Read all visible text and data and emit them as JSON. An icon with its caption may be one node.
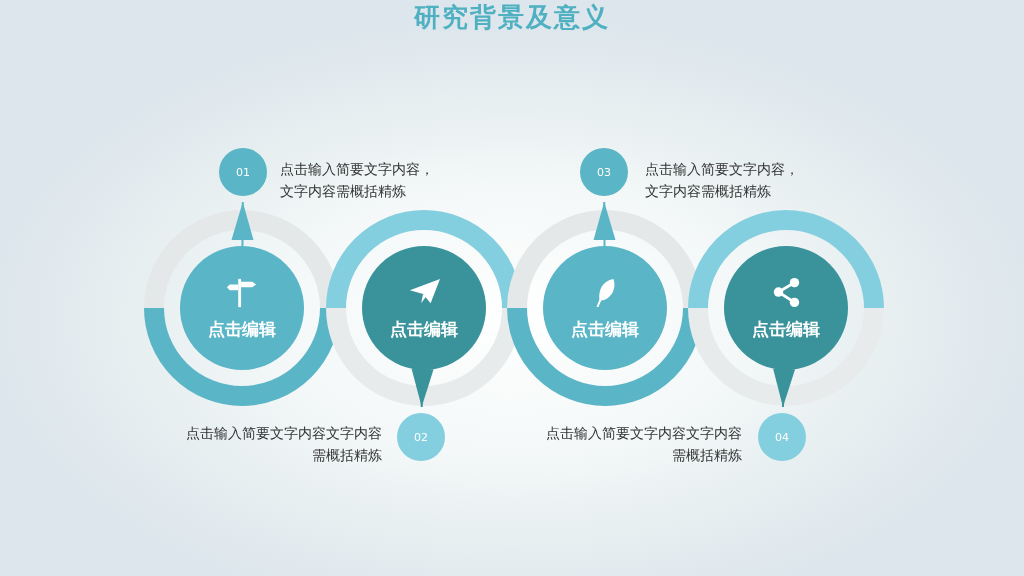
{
  "diagram": {
    "title": "研究背景及意义",
    "nodes": [
      {
        "text": [
          "01"
        ],
        "beside": [
          "点击输入简要文字内容，文字内容需概括精炼"
        ]
      },
      {
        "text": [
          "点击编辑"
        ]
      },
      {
        "text": [
          "点击编辑"
        ]
      },
      {
        "text": [
          "02"
        ],
        "beside": [
          "点击输入简要文字内容文字内容需概括精炼"
        ]
      },
      {
        "text": [
          "03"
        ],
        "beside": [
          "点击输入简要文字内容，文字内容需概括精炼"
        ]
      },
      {
        "text": [
          "点击编辑"
        ]
      },
      {
        "text": [
          "点击编辑"
        ]
      },
      {
        "text": [
          "04"
        ],
        "beside": [
          "点击输入简要文字内容文字内容需概括精炼"
        ]
      }
    ],
    "edges": [
      {
        "from": 1,
        "to": 0,
        "arrow": "to"
      },
      {
        "from": 2,
        "to": 3,
        "arrow": "to"
      },
      {
        "from": 5,
        "to": 4,
        "arrow": "to"
      },
      {
        "from": 6,
        "to": 7,
        "arrow": "to"
      }
    ]
  }
}
